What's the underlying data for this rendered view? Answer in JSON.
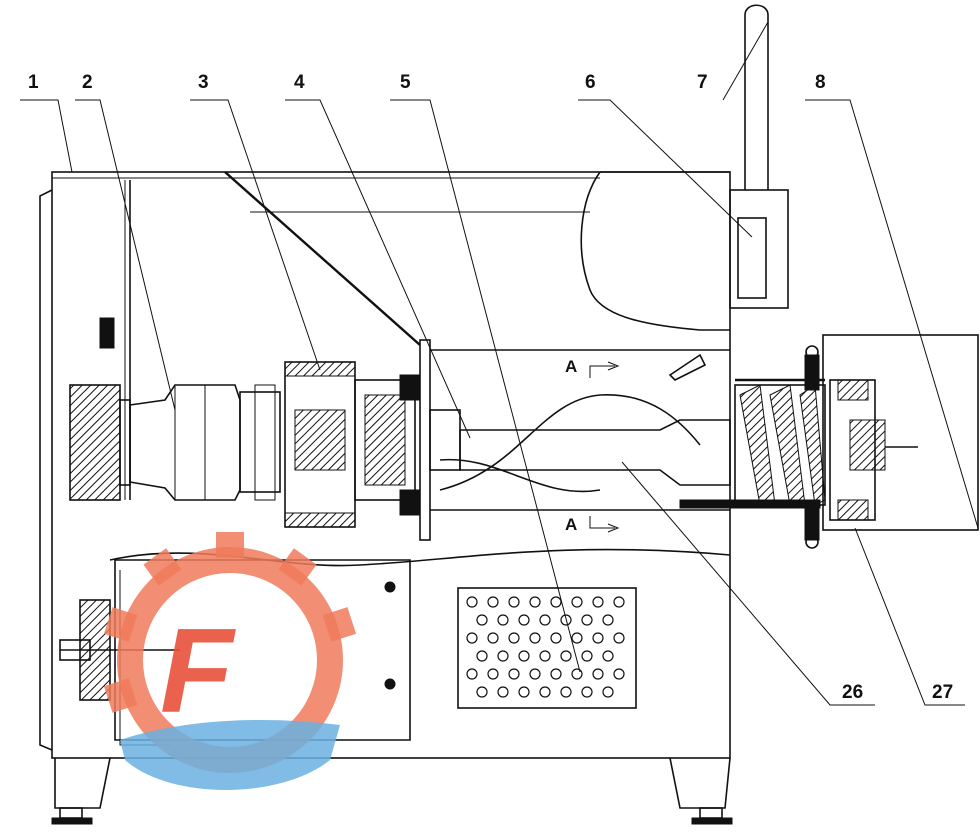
{
  "labels": {
    "l1": "1",
    "l2": "2",
    "l3": "3",
    "l4": "4",
    "l5": "5",
    "l6": "6",
    "l7": "7",
    "l8": "8",
    "l26": "26",
    "l27": "27"
  },
  "section": {
    "top": "A",
    "bottom": "A"
  },
  "logo": {
    "letter": "F",
    "ring_color": "#f07a5a",
    "wave_color": "#6ab0e0"
  }
}
